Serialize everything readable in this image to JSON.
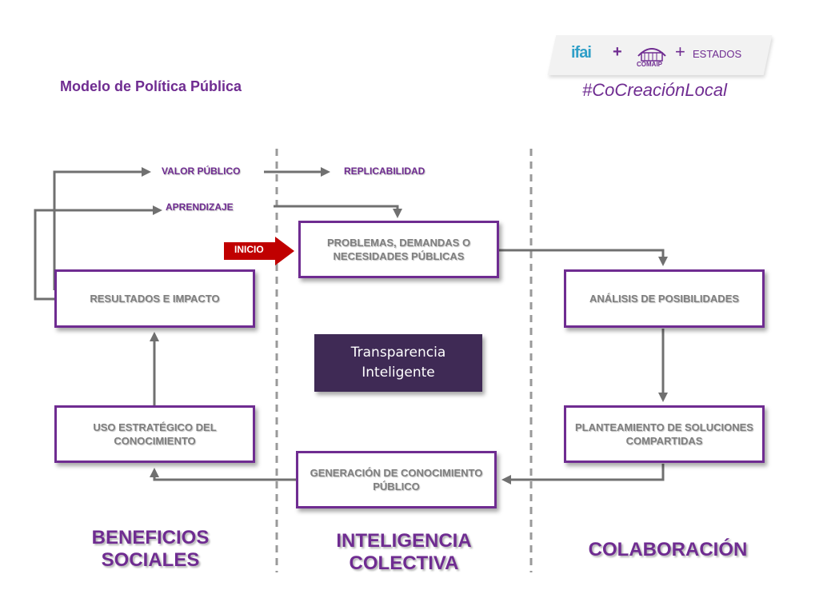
{
  "header": {
    "title": "Modelo de Política Pública",
    "hashtag": "#CoCreaciónLocal",
    "logo": {
      "ifai": "ifai",
      "plus": "+",
      "comaip": "COMAIP",
      "estados": "ESTADOS"
    }
  },
  "labels": {
    "valor_publico": "VALOR PÚBLICO",
    "replicabilidad": "REPLICABILIDAD",
    "aprendizaje": "APRENDIZAJE",
    "inicio": "INICIO"
  },
  "boxes": {
    "problemas": "PROBLEMAS, DEMANDAS O NECESIDADES PÚBLICAS",
    "resultados": "RESULTADOS E IMPACTO",
    "analisis": "ANÁLISIS DE POSIBILIDADES",
    "uso": "USO ESTRATÉGICO DEL CONOCIMIENTO",
    "planteamiento": "PLANTEAMIENTO DE SOLUCIONES COMPARTIDAS",
    "generacion": "GENERACIÓN DE CONOCIMIENTO PÚBLICO",
    "center": "Transparencia Inteligente"
  },
  "columns": {
    "beneficios": "BENEFICIOS SOCIALES",
    "inteligencia": "INTELIGENCIA COLECTIVA",
    "colaboracion": "COLABORACIÓN"
  },
  "colors": {
    "purple": "#6f2c91",
    "connector": "#707070",
    "inicio": "#c00000",
    "center_box": "#3f2a55"
  }
}
